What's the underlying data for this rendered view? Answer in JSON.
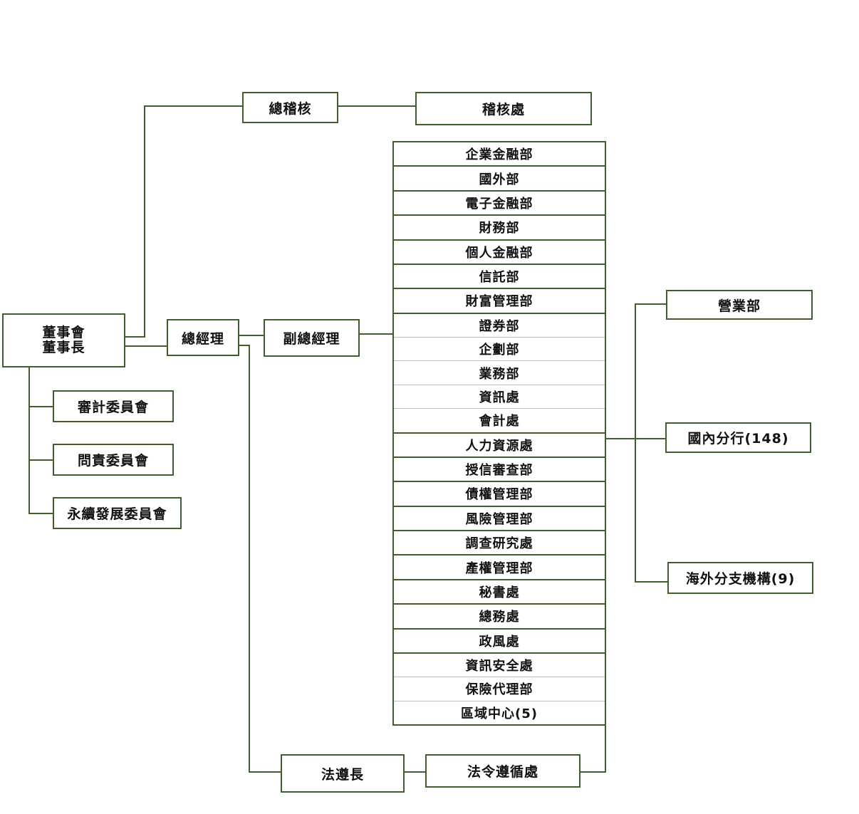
{
  "board": {
    "line1": "董事會",
    "line2": "董事長"
  },
  "chief_auditor": "總稽核",
  "audit_office": "稽核處",
  "president": "總經理",
  "evp": "副總經理",
  "committees": [
    "審計委員會",
    "問責委員會",
    "永續發展委員會"
  ],
  "departments": [
    "企業金融部",
    "國外部",
    "電子金融部",
    "財務部",
    "個人金融部",
    "信託部",
    "財富管理部",
    "證券部",
    "企劃部",
    "業務部",
    "資訊處",
    "會計處",
    "人力資源處",
    "授信審查部",
    "債權管理部",
    "風險管理部",
    "調查研究處",
    "產權管理部",
    "秘書處",
    "總務處",
    "政風處",
    "資訊安全處",
    "保險代理部",
    "區域中心(5)"
  ],
  "business_units": [
    "營業部",
    "國內分行(148)",
    "海外分支機構(9)"
  ],
  "chief_compliance_officer": "法遵長",
  "compliance_office": "法令遵循處"
}
